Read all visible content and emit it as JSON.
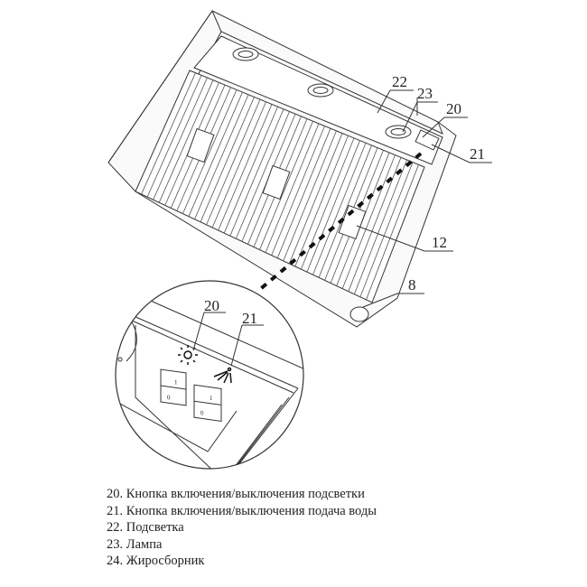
{
  "callouts": {
    "c22": "22",
    "c23": "23",
    "c20": "20",
    "c21": "21",
    "c12": "12",
    "c8": "8",
    "detail20": "20",
    "detail21": "21"
  },
  "switches": {
    "on": "1",
    "off": "0"
  },
  "legend": [
    "20. Кнопка включения/выключения подсветки",
    "21. Кнопка включения/выключения подача воды",
    "22. Подсветка",
    "23. Лампа",
    "24. Жиросборник"
  ]
}
